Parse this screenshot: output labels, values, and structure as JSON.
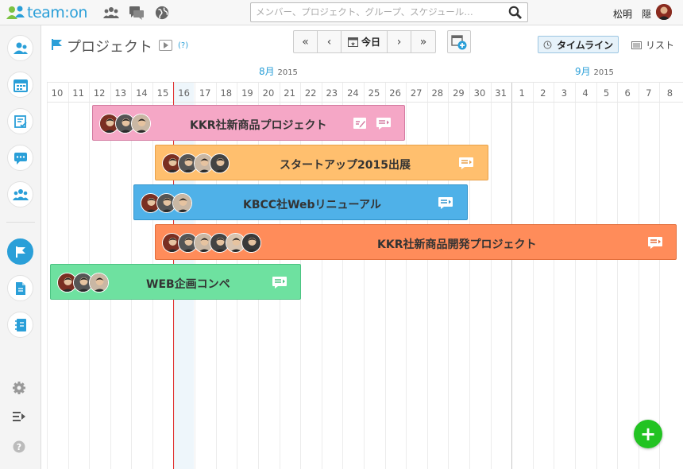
{
  "app": {
    "logo_text": "team:on"
  },
  "search": {
    "placeholder": "メンバー、プロジェクト、グループ、スケジュール…",
    "value": ""
  },
  "user": {
    "name": "松明　隠"
  },
  "header": {
    "title": "プロジェクト",
    "help": "(?)",
    "nav": {
      "first": "«",
      "prev": "‹",
      "today": "今日",
      "next": "›",
      "last": "»"
    },
    "view_timeline": "タイムライン",
    "view_list": "リスト"
  },
  "timeline": {
    "months": [
      {
        "label": "8月",
        "year": "2015"
      },
      {
        "label": "9月",
        "year": "2015"
      }
    ],
    "days": [
      "10",
      "11",
      "12",
      "13",
      "14",
      "15",
      "16",
      "17",
      "18",
      "19",
      "20",
      "21",
      "22",
      "23",
      "24",
      "25",
      "26",
      "27",
      "28",
      "29",
      "30",
      "31",
      "1",
      "2",
      "3",
      "4",
      "5",
      "6",
      "7",
      "8"
    ]
  },
  "projects": [
    {
      "name": "KKR社新商品プロジェクト",
      "color": "#f5a7c6",
      "border": "#d37aa0",
      "members": 3,
      "icons": [
        "edit-note-icon",
        "comment-icon"
      ]
    },
    {
      "name": "スタートアップ2015出展",
      "color": "#ffbf6e",
      "border": "#e8a14a",
      "members": 4,
      "icons": [
        "comment-icon"
      ]
    },
    {
      "name": "KBCC社Webリニューアル",
      "color": "#4fb1e8",
      "border": "#3294cc",
      "members": 3,
      "icons": [
        "comment-icon"
      ]
    },
    {
      "name": "KKR社新商品開発プロジェクト",
      "color": "#ff8c5a",
      "border": "#e26d3a",
      "members": 6,
      "icons": [
        "comment-icon"
      ]
    },
    {
      "name": "WEB企画コンペ",
      "color": "#6ee1a0",
      "border": "#4cc382",
      "members": 3,
      "icons": [
        "comment-icon"
      ]
    }
  ],
  "fab": {
    "label": "+"
  }
}
